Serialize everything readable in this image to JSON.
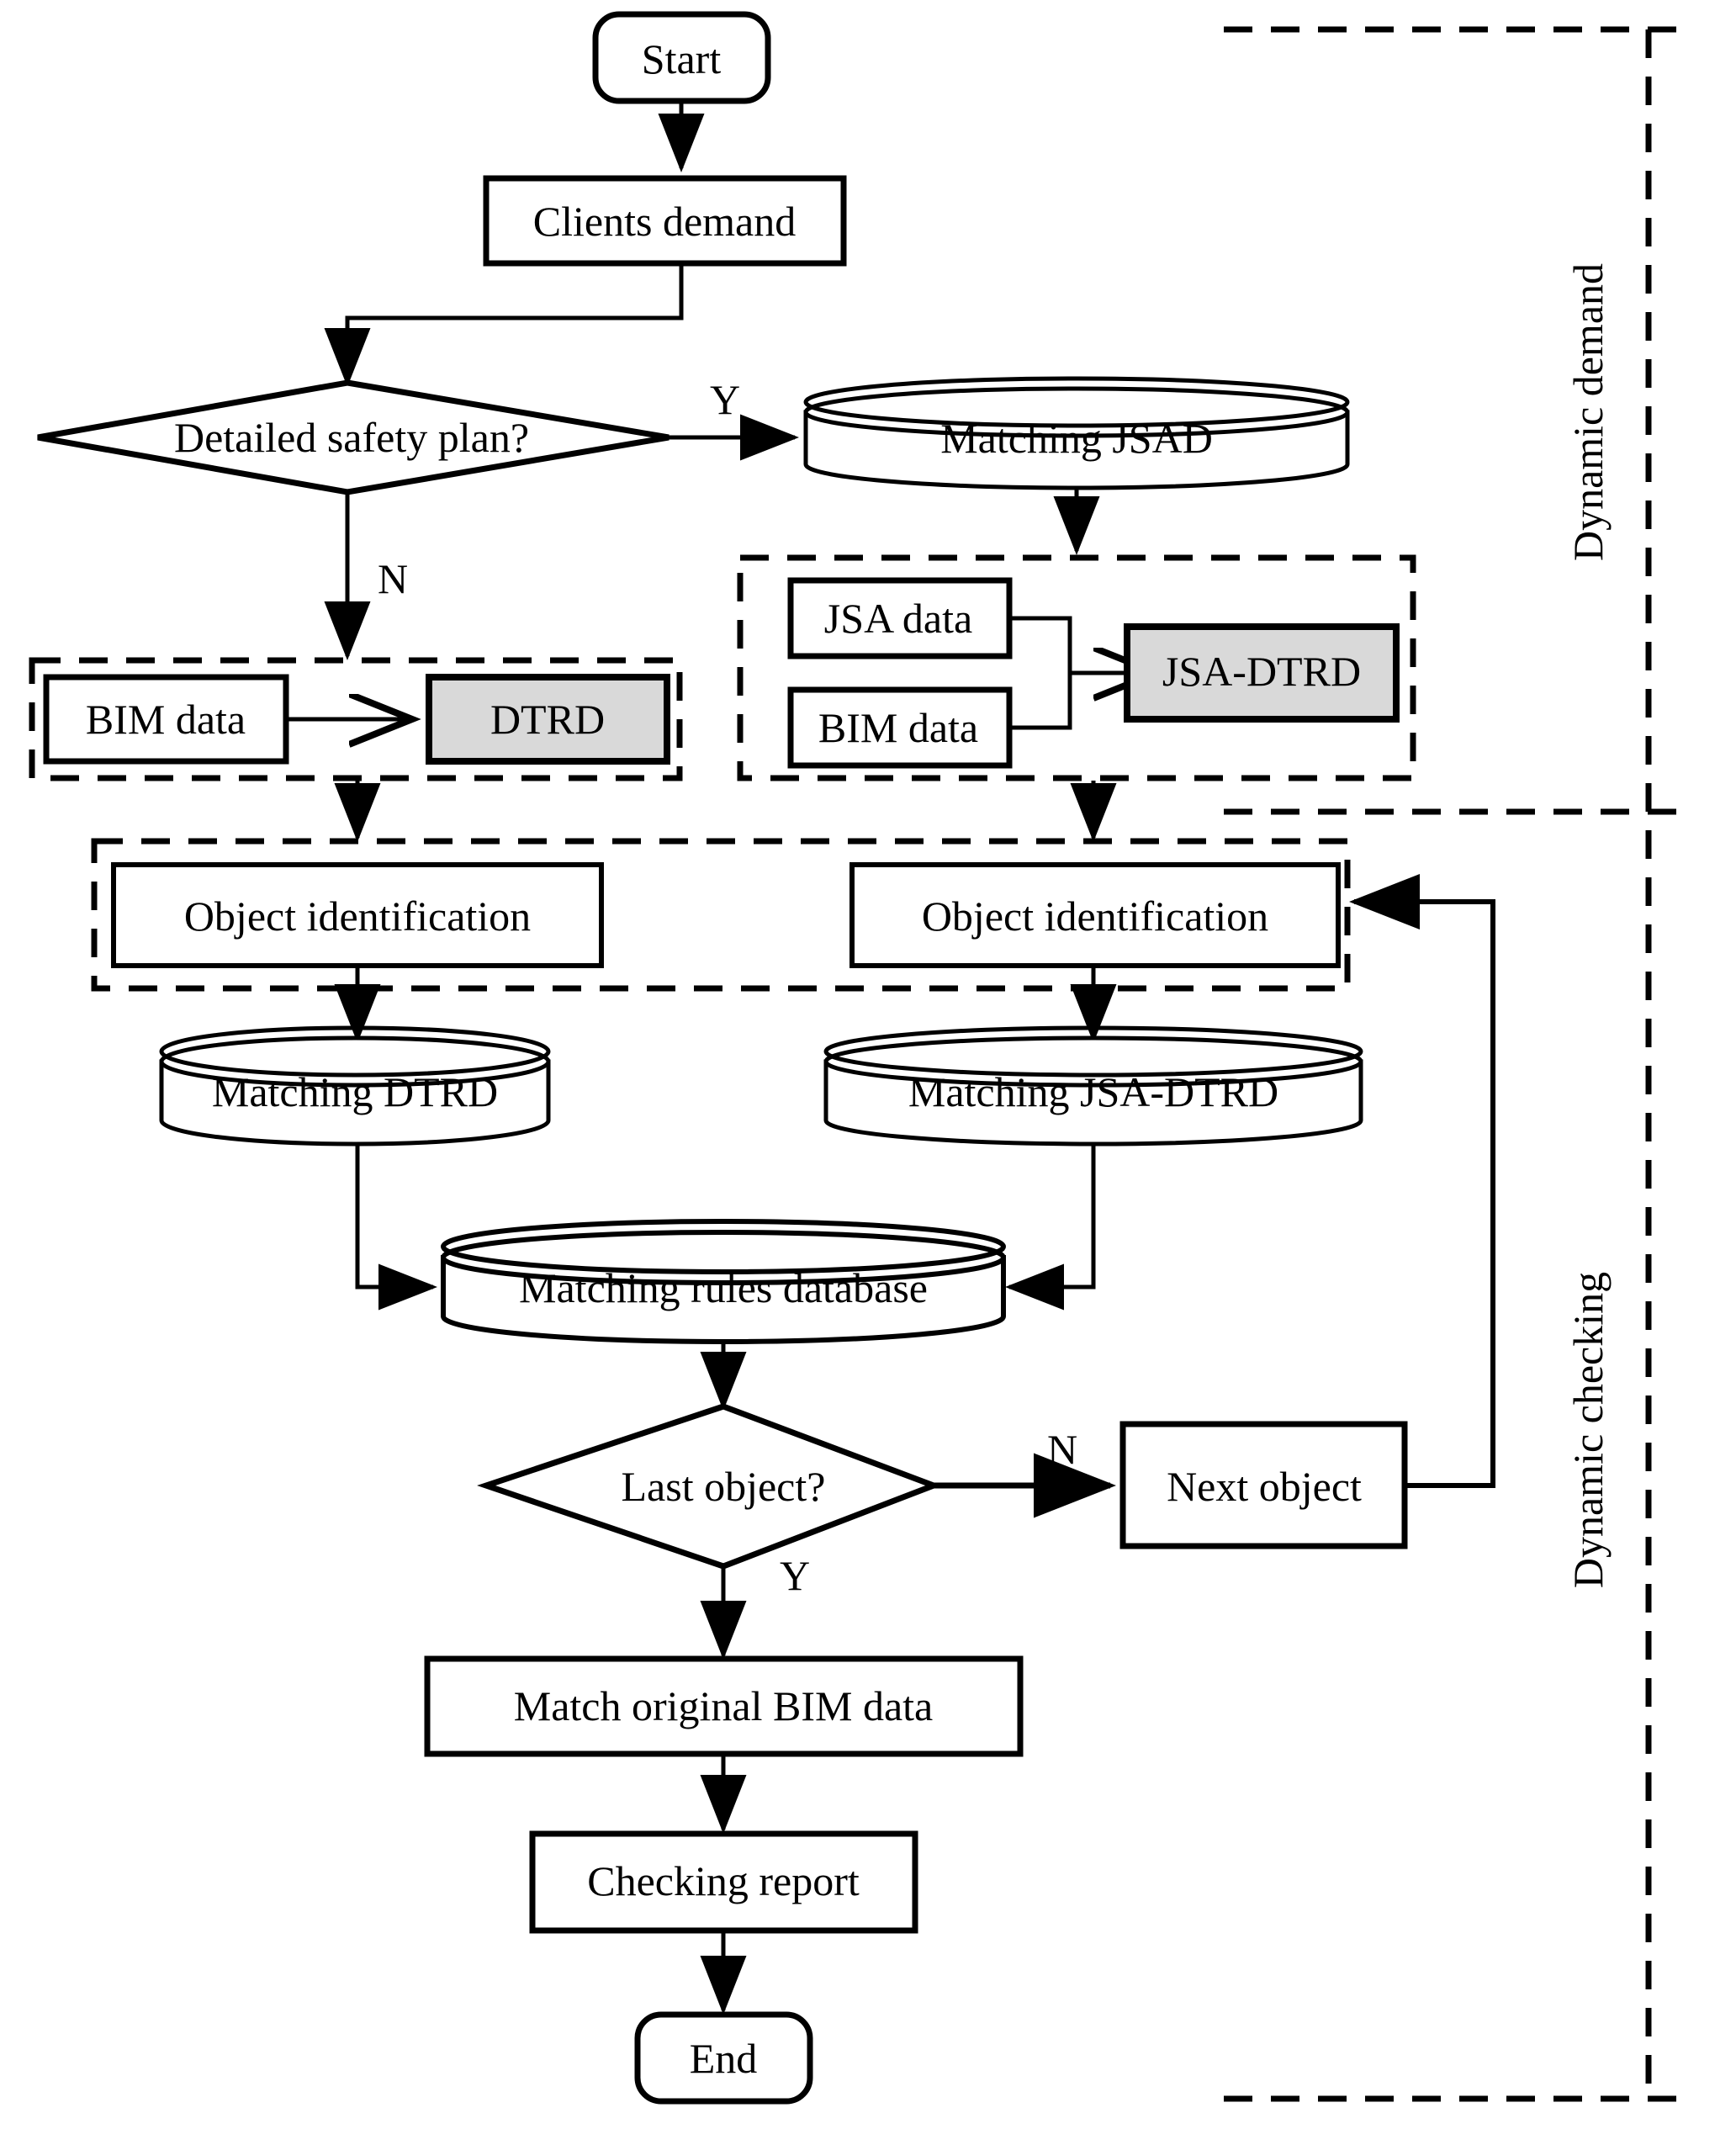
{
  "diagram": {
    "type": "flowchart",
    "title": "",
    "colors": {
      "stroke": "#000000",
      "fill_white": "#ffffff",
      "fill_shaded": "#d9d9d9",
      "background": "#ffffff"
    },
    "nodes": {
      "start": "Start",
      "clients_demand": "Clients demand",
      "detailed_safety_plan": "Detailed safety plan?",
      "matching_jsad": "Matching JSAD",
      "jsa_data": "JSA data",
      "bim_data_right": "BIM data",
      "jsa_dtrd": "JSA-DTRD",
      "bim_data_left": "BIM data",
      "dtrd": "DTRD",
      "object_identification_left": "Object identification",
      "object_identification_right": "Object identification",
      "matching_dtrd": "Matching DTRD",
      "matching_jsa_dtrd": "Matching JSA-DTRD",
      "matching_rules_database": "Matching rules database",
      "last_object": "Last object?",
      "next_object": "Next object",
      "match_original_bim_data": "Match original BIM data",
      "checking_report": "Checking report",
      "end": "End"
    },
    "branch_labels": {
      "safety_plan_yes": "Y",
      "safety_plan_no": "N",
      "last_object_no": "N",
      "last_object_yes": "Y"
    },
    "bands": {
      "dynamic_demand": "Dynamic demand",
      "dynamic_checking": "Dynamic checking"
    }
  }
}
